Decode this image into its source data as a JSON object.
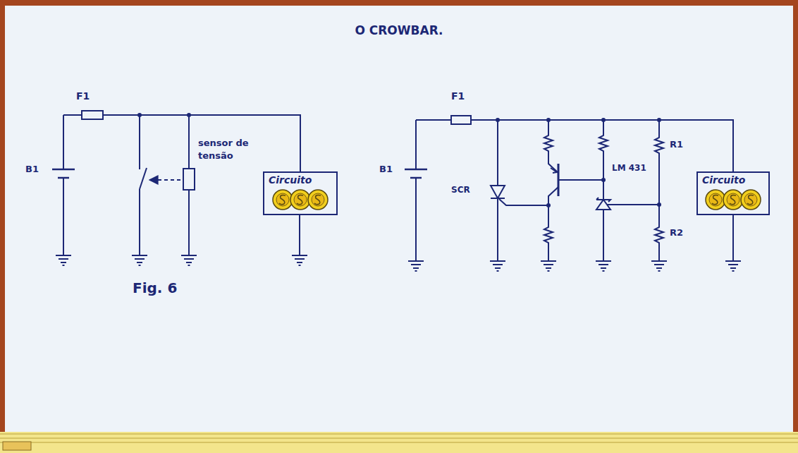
{
  "diagram": {
    "title": "O CROWBAR.",
    "nodes": [
      {
        "text": [
          "sensor de tensão"
        ]
      },
      {
        "text": [
          "Circuito"
        ]
      },
      {
        "text": [
          "Circuito"
        ]
      }
    ],
    "edges": [
      {
        "from": 0,
        "to": 1,
        "arrow": "none"
      }
    ],
    "labels": [
      "F1",
      "B1",
      "Fig. 6",
      "F1",
      "B1",
      "SCR",
      "LM 431",
      "R1",
      "R2"
    ]
  }
}
